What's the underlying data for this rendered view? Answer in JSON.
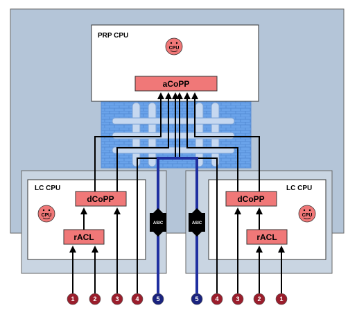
{
  "prp": {
    "title": "PRP CPU",
    "cpu_icon": "CPU",
    "policer": "aCoPP"
  },
  "lc_left": {
    "title": "LC CPU",
    "cpu_icon": "CPU",
    "dcopp": "dCoPP",
    "racl": "rACL",
    "asic": "ASIC"
  },
  "lc_right": {
    "title": "LC CPU",
    "cpu_icon": "CPU",
    "dcopp": "dCoPP",
    "racl": "rACL",
    "asic": "ASIC"
  },
  "ports_left": [
    "1",
    "2",
    "3",
    "4",
    "5"
  ],
  "ports_right": [
    "5",
    "4",
    "3",
    "2",
    "1"
  ],
  "colors": {
    "chassis": "#b4c5d8",
    "fabric": "#6aa3ea",
    "policer_box": "#f07878",
    "cpu_face": "#f07878",
    "port_red": "#9a1e2c",
    "port_blue": "#1a237e",
    "path_blue": "#1f2fa0"
  }
}
